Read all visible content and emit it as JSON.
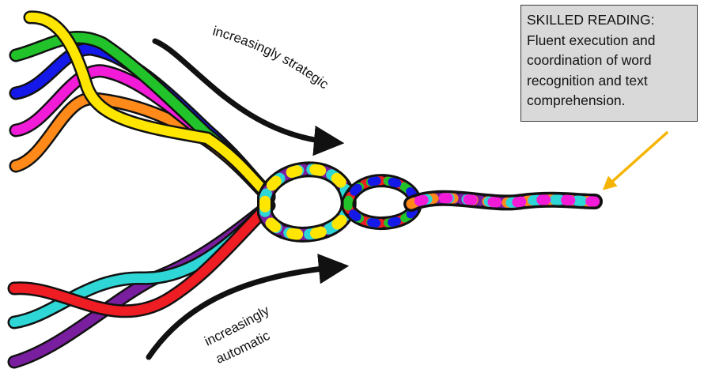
{
  "callout": {
    "lines": [
      "SKILLED READING:",
      "Fluent execution and",
      "coordination of word",
      "recognition and text",
      "comprehension."
    ]
  },
  "labels": {
    "upper": "increasingly strategic",
    "lower_line1": "increasingly",
    "lower_line2": "automatic"
  },
  "colors": {
    "strands_upper": [
      "#ffe600",
      "#22c32a",
      "#1418e8",
      "#f21cd8",
      "#ff8a1a"
    ],
    "strands_lower": [
      "#ee1d24",
      "#2fd6d6",
      "#7a1ea0"
    ],
    "arrow": "#111111",
    "pointer_arrow": "#f5b400",
    "callout_fill": "#d9d9d9"
  }
}
